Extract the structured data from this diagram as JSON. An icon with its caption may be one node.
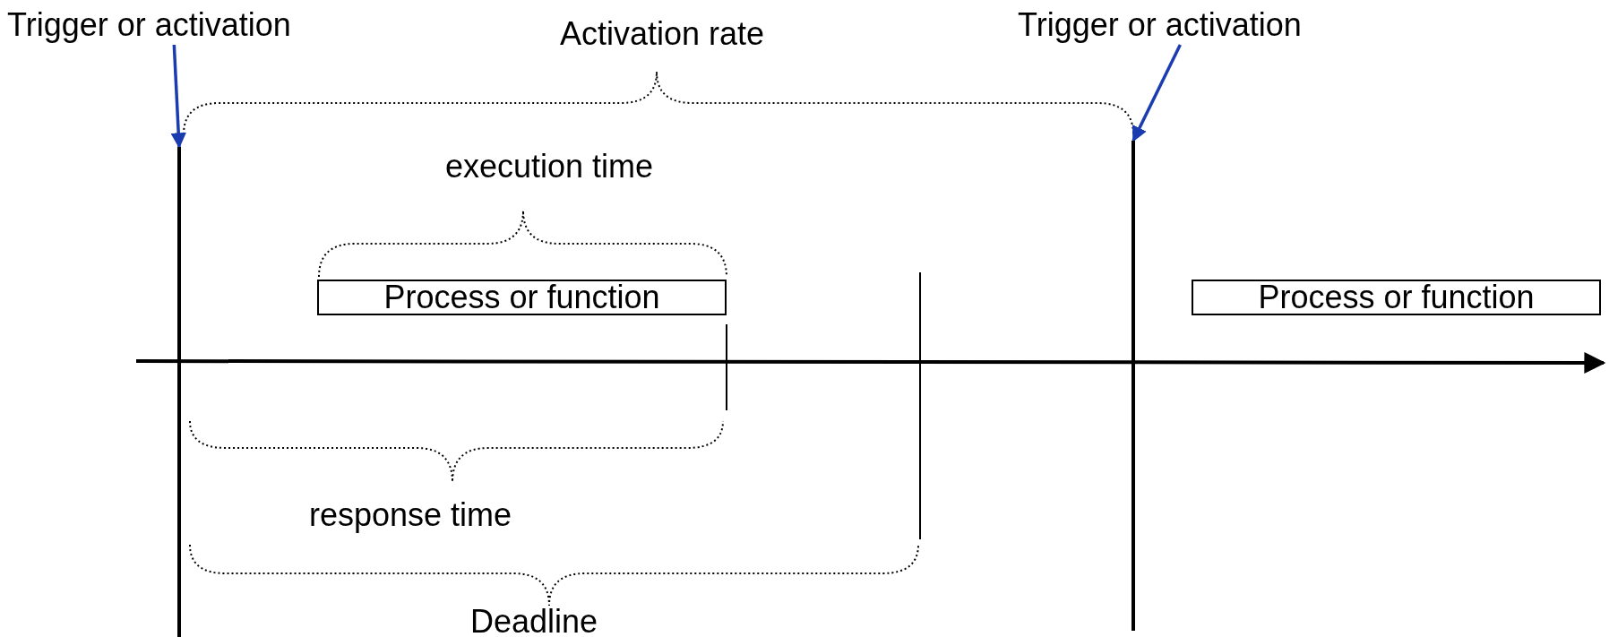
{
  "diagram": {
    "nodes": [
      {
        "text": [
          "Trigger or activation"
        ]
      },
      {
        "text": [
          "Trigger or activation"
        ]
      },
      {
        "text": [],
        "shape": "bar"
      },
      {
        "text": [],
        "shape": "bar"
      },
      {
        "text": [
          "Process or function"
        ]
      },
      {
        "text": [
          "Process or function"
        ]
      }
    ],
    "edges": [
      {
        "from": 0,
        "to": 2,
        "arrow": "to",
        "color": "#1a3cb0"
      },
      {
        "from": 1,
        "to": 3,
        "arrow": "to",
        "color": "#1a3cb0"
      }
    ],
    "labels": [
      "Activation rate",
      "execution time",
      "response time",
      "Deadline"
    ]
  }
}
